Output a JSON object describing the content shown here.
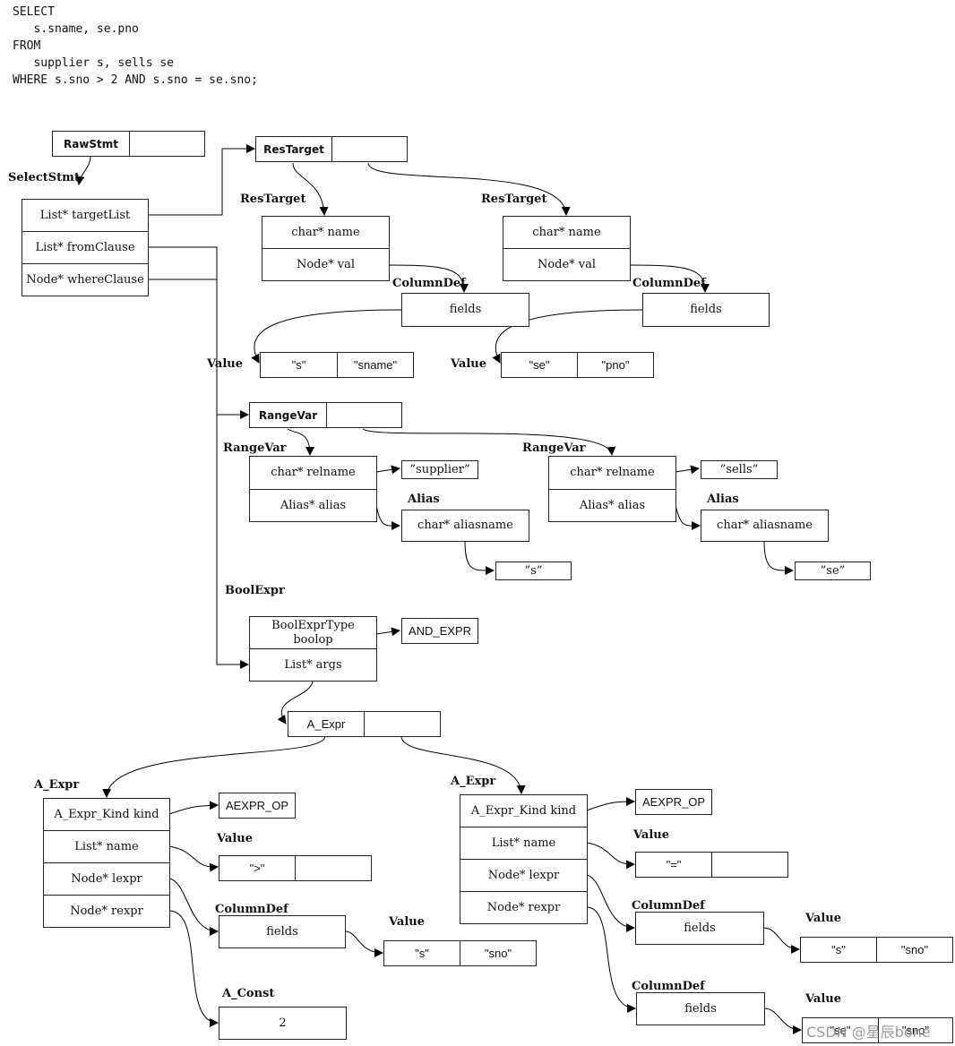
{
  "sql": "SELECT\n   s.sname, se.pno\nFROM\n   supplier s, sells se\nWHERE s.sno > 2 AND s.sno = se.sno;",
  "labels": {
    "select_stmt": "SelectStmt",
    "restarget": "ResTarget",
    "columndef": "ColumnDef",
    "value": "Value",
    "rangevar": "RangeVar",
    "alias": "Alias",
    "boolexpr": "BoolExpr",
    "a_expr": "A_Expr",
    "a_const": "A_Const"
  },
  "nodes": {
    "rawstmt": "RawStmt",
    "select": {
      "targetList": "List* targetList",
      "fromClause": "List* fromClause",
      "whereClause": "Node* whereClause"
    },
    "restarget_head": "ResTarget",
    "restarget": {
      "name": "char* name",
      "val": "Node* val"
    },
    "fields": "fields",
    "value1": [
      "\"s\"",
      "\"sname\""
    ],
    "value2": [
      "\"se\"",
      "\"pno\""
    ],
    "rangevar_head": "RangeVar",
    "rangevar": {
      "relname": "char* relname",
      "alias": "Alias* alias"
    },
    "relname1": "”supplier”",
    "relname2": "”sells”",
    "aliasname": "char* aliasname",
    "aliasval1": "”s”",
    "aliasval2": "”se”",
    "boolexpr": {
      "boolop": "BoolExprType\nboolop",
      "args": "List* args"
    },
    "and_expr": "AND_EXPR",
    "a_expr_head": "A_Expr",
    "a_expr": {
      "kind": "A_Expr_Kind kind",
      "name": "List* name",
      "lexpr": "Node* lexpr",
      "rexpr": "Node* rexpr"
    },
    "aexpr_op": "AEXPR_OP",
    "op_gt": "\">\"",
    "op_eq": "\"=\"",
    "value_s_sno": [
      "\"s\"",
      "\"sno\""
    ],
    "value_se_sno": [
      "\"se\"",
      "\"sno\""
    ],
    "const2": "2"
  },
  "watermark": "CSDN @星辰bone"
}
